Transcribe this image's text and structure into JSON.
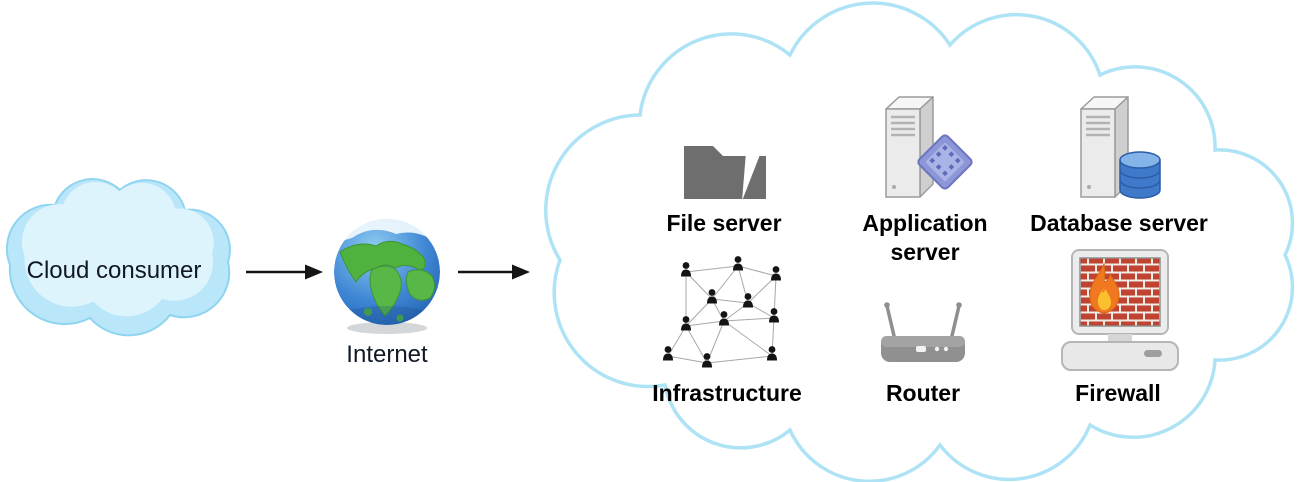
{
  "consumer": {
    "label": "Cloud consumer"
  },
  "internet": {
    "label": "Internet"
  },
  "provider": {
    "items": [
      {
        "id": "file-server",
        "label": "File server",
        "icon": "folder-icon"
      },
      {
        "id": "application-server",
        "label": "Application server",
        "icon": "application-server-icon"
      },
      {
        "id": "database-server",
        "label": "Database server",
        "icon": "database-server-icon"
      },
      {
        "id": "infrastructure",
        "label": "Infrastructure",
        "icon": "network-people-icon"
      },
      {
        "id": "router",
        "label": "Router",
        "icon": "router-icon"
      },
      {
        "id": "firewall",
        "label": "Firewall",
        "icon": "firewall-computer-icon"
      }
    ]
  },
  "icons": {
    "consumer": "cloud-shape",
    "internet": "globe-icon",
    "connector": "arrow-right-icon"
  },
  "colors": {
    "consumer_cloud_fill": "#b9e6f8",
    "consumer_cloud_highlight": "#ddf4fd",
    "provider_cloud_stroke": "#aee3f5",
    "arrow": "#151515",
    "label_text": "#000000",
    "folder_gray": "#6e6e6e",
    "server_gray": "#ebebeb",
    "app_diamond": "#8d97d8",
    "database_blue": "#3f79c9",
    "brick_red": "#bf4330",
    "flame_orange": "#f07820",
    "globe_sea": "#2e6fc0",
    "globe_land": "#4fb23f"
  }
}
